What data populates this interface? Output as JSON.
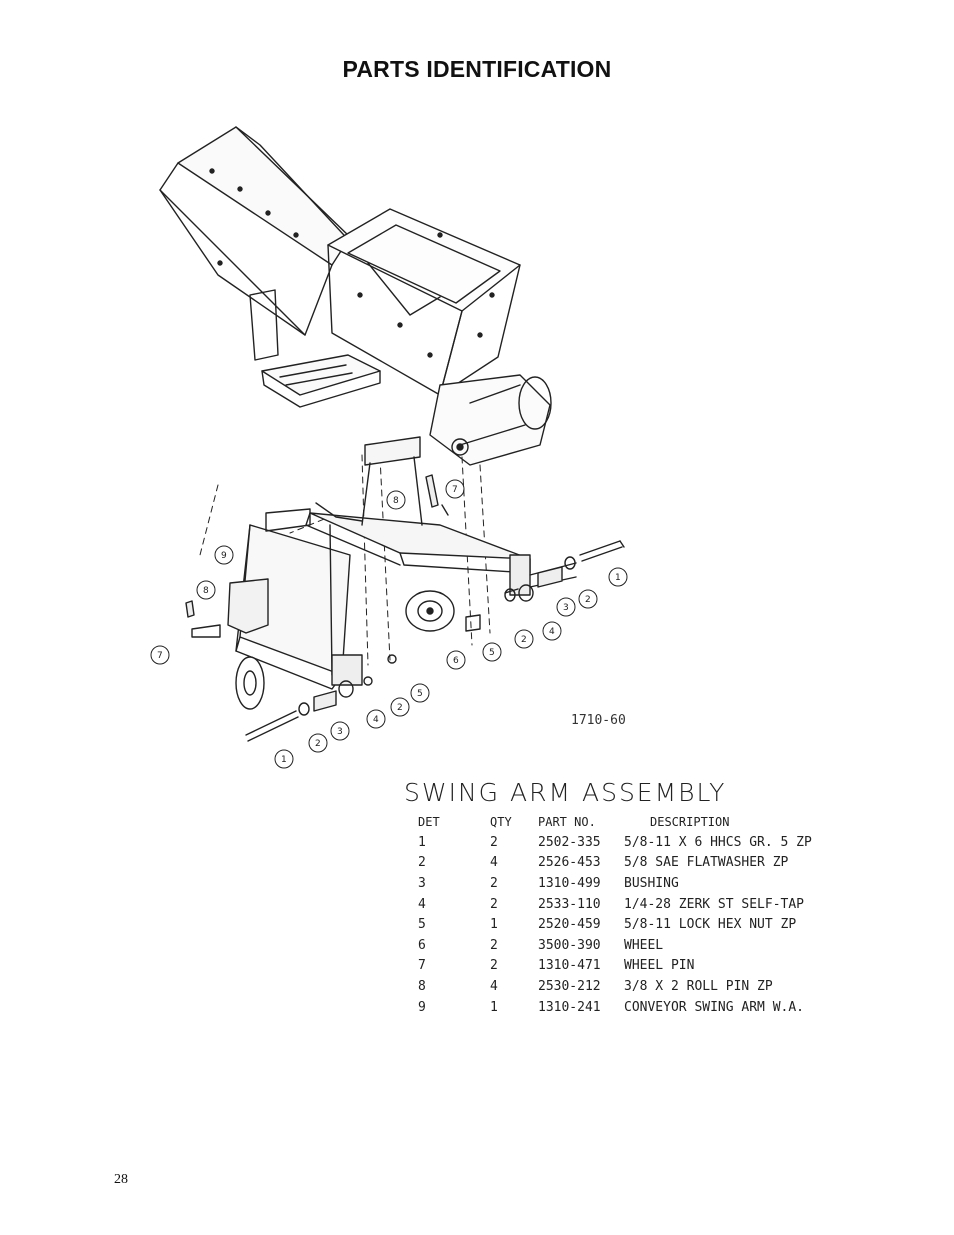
{
  "page": {
    "title": "PARTS IDENTIFICATION",
    "number": "28"
  },
  "diagram": {
    "drawing_number": "1710-60",
    "callouts": [
      "1",
      "2",
      "3",
      "4",
      "5",
      "6",
      "7",
      "8",
      "9"
    ]
  },
  "assembly": {
    "title": "SWING ARM ASSEMBLY",
    "columns": [
      "DET",
      "QTY",
      "PART NO.",
      "DESCRIPTION"
    ],
    "rows": [
      {
        "det": "1",
        "qty": "2",
        "part": "2502-335",
        "desc": "5/8-11 X 6 HHCS GR. 5 ZP"
      },
      {
        "det": "2",
        "qty": "4",
        "part": "2526-453",
        "desc": "5/8 SAE FLATWASHER  ZP"
      },
      {
        "det": "3",
        "qty": "2",
        "part": "1310-499",
        "desc": "BUSHING"
      },
      {
        "det": "4",
        "qty": "2",
        "part": "2533-110",
        "desc": "1/4-28 ZERK ST SELF-TAP"
      },
      {
        "det": "5",
        "qty": "1",
        "part": "2520-459",
        "desc": "5/8-11 LOCK HEX NUT ZP"
      },
      {
        "det": "6",
        "qty": "2",
        "part": "3500-390",
        "desc": "WHEEL"
      },
      {
        "det": "7",
        "qty": "2",
        "part": "1310-471",
        "desc": "WHEEL PIN"
      },
      {
        "det": "8",
        "qty": "4",
        "part": "2530-212",
        "desc": "3/8 X 2 ROLL PIN ZP"
      },
      {
        "det": "9",
        "qty": "1",
        "part": "1310-241",
        "desc": "CONVEYOR SWING ARM W.A."
      }
    ]
  }
}
